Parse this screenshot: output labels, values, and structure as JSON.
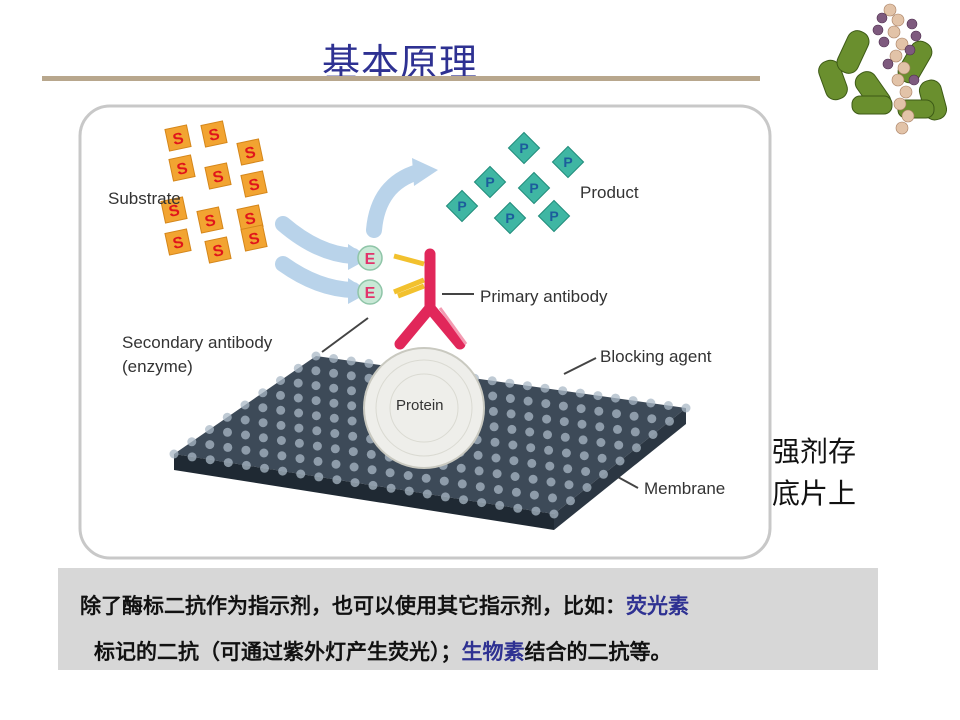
{
  "slide": {
    "title": "基本原理",
    "side_text": [
      "强剂存",
      "底片上"
    ]
  },
  "figure": {
    "labels": {
      "substrate": "Substrate",
      "product": "Product",
      "primary_antibody": "Primary antibody",
      "secondary_antibody_line1": "Secondary antibody",
      "secondary_antibody_line2": "(enzyme)",
      "blocking_agent": "Blocking agent",
      "protein": "Protein",
      "membrane": "Membrane"
    },
    "substrate_letter": "S",
    "product_letter": "P",
    "enzyme_letter": "E",
    "colors": {
      "substrate_fill": "#f2a431",
      "substrate_text": "#e0151b",
      "product_fill": "#3fb6a3",
      "product_text": "#1c5d9c",
      "antibody": "#e1275a",
      "enzyme": "#c9e8d6",
      "membrane": "#2c3845",
      "arrow": "#b9d3ea"
    }
  },
  "caption": {
    "line1_part1": "除了酶标二抗作为指示剂，也可以使用其它指示剂，比如：",
    "line1_highlight": "荧光素",
    "line2_part1": "标记的二抗（可通过紫外灯产生荧光）；",
    "line2_highlight": "生物素",
    "line2_part2": "结合的二抗等。"
  }
}
